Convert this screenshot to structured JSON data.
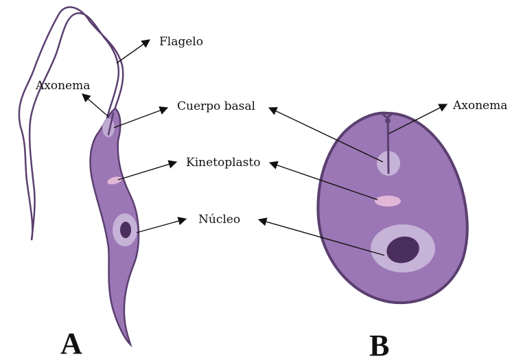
{
  "figure": {
    "panel_a": {
      "letter": "A",
      "labels": {
        "flagelo": "Flagelo",
        "axonema": "Axonema",
        "cuerpo_basal": "Cuerpo basal",
        "kinetoplasto": "Kinetoplasto",
        "nucleo": "Núcleo"
      }
    },
    "panel_b": {
      "letter": "B",
      "labels": {
        "axonema": "Axonema"
      }
    }
  },
  "colors": {
    "cell_fill": "#9b77b5",
    "cell_outline": "#5b3f70",
    "flagellum": "#5b3f70",
    "halo": "#c6b3d8",
    "nucleus": "#4a2e5e",
    "kinetoplast": "#e2b6d6",
    "arrow": "#111111"
  }
}
